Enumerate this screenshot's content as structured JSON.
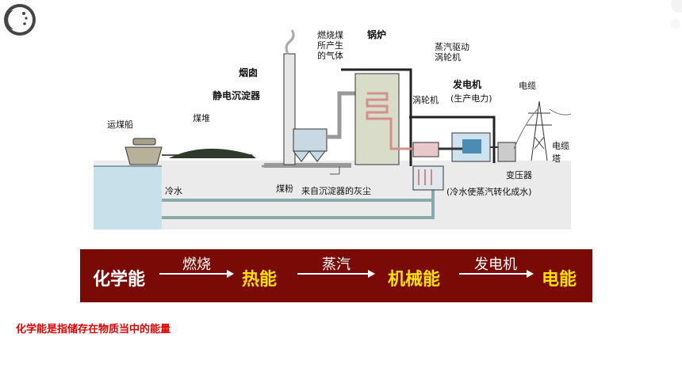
{
  "diagram": {
    "labels": {
      "gas": [
        "燃烧煤",
        "所产生",
        "的气体"
      ],
      "boiler": "锅炉",
      "steam_drive": [
        "蒸汽驱动",
        "涡轮机"
      ],
      "chimney": "烟囱",
      "precipitator": "静电沉淀器",
      "generator": "发电机",
      "generator_sub": "(生产电力)",
      "cable": "电缆",
      "turbine": "涡轮机",
      "ship": "运煤船",
      "coal_pile": "煤堆",
      "tower": "电缆塔",
      "transformer": "变压器",
      "cold_water": "冷水",
      "coal_powder": "煤粉",
      "ash": "来自沉淀器的灰尘",
      "condense": "(冷水使蒸汽转化成水)"
    }
  },
  "chain": {
    "s1": "化学能",
    "a1": "燃烧",
    "s2": "热能",
    "a2": "蒸汽",
    "s3": "机械能",
    "a3": "发电机",
    "s4": "电能"
  },
  "note": "化学能是指储存在物质当中的能量",
  "colors": {
    "banner_bg": "#7a0a06",
    "step_white": "#ffffff",
    "step_yellow": "#ffe000",
    "note_red": "#e00000"
  }
}
